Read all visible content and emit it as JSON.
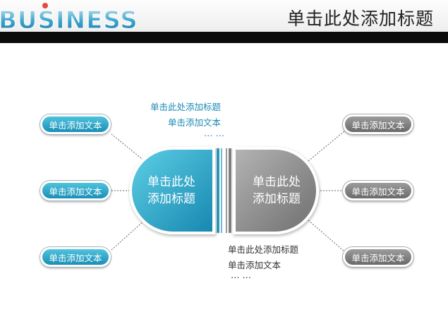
{
  "header": {
    "logo_text": "BUSINESS",
    "title": "单击此处添加标题"
  },
  "hub_left": {
    "line1": "单击此处",
    "line2": "添加标题"
  },
  "hub_right": {
    "line1": "单击此处",
    "line2": "添加标题"
  },
  "left_items": [
    "单击添加文本",
    "单击添加文本",
    "单击添加文本"
  ],
  "right_items": [
    "单击添加文本",
    "单击添加文本",
    "单击添加文本"
  ],
  "note_top": {
    "line1": "单击此处添加标题",
    "line2": "单击添加文本",
    "line3": "… …"
  },
  "note_bottom": {
    "line1": "单击此处添加标题",
    "line2": "单击添加文本",
    "line3": "… …"
  },
  "colors": {
    "blue": "#1a8fb6",
    "gray": "#7a7a7a",
    "bar": "#0b0b0b"
  }
}
